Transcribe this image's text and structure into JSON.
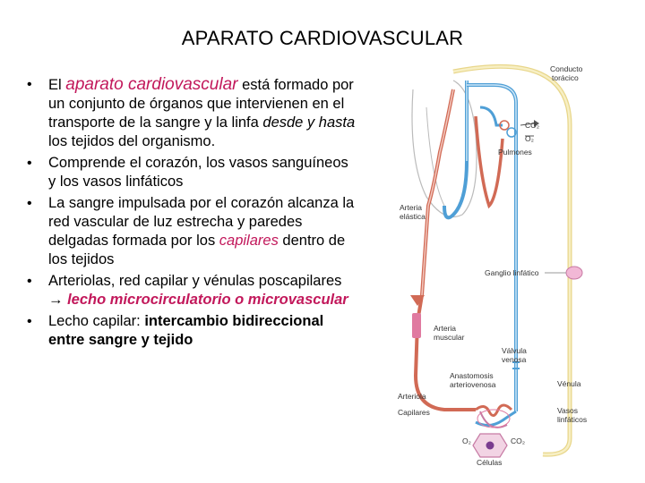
{
  "title": "APARATO CARDIOVASCULAR",
  "bullet_glyph": "•",
  "arrow_glyph": "→",
  "bullets": {
    "b1": {
      "pre": "El ",
      "em": "aparato cardiovascular",
      "mid": " está formado por un conjunto de órganos que intervienen en el transporte de la sangre y la linfa ",
      "em2": "desde y hasta",
      "post": " los tejidos del organismo."
    },
    "b2": {
      "text": "Comprende el corazón, los vasos sanguíneos y los vasos linfáticos"
    },
    "b3": {
      "pre": "La sangre impulsada por el corazón alcanza la red vascular de luz estrecha y paredes delgadas formada por los ",
      "em": "capilares",
      "post": " dentro de los tejidos"
    },
    "b4": {
      "pre": "Arteriolas, red capilar y vénulas poscapilares ",
      "em": "lecho microcirculatorio o microvascular"
    },
    "b5": {
      "pre": "Lecho capilar: ",
      "strong": "intercambio bidireccional entre sangre y tejido"
    }
  },
  "diagram": {
    "labels": {
      "conducto": "Conducto",
      "toracico": "torácico",
      "co2": "CO₂",
      "o2": "O₂",
      "pulmones": "Pulmones",
      "arteria": "Arteria",
      "elastica": "elástica",
      "ganglio": "Ganglio linfático",
      "arteria2": "Arteria",
      "muscular": "muscular",
      "valvula": "Válvula",
      "venosa": "venosa",
      "anastomosis": "Anastomosis",
      "arteriovenosa": "arteriovenosa",
      "venula": "Vénula",
      "arteriola": "Arteriola",
      "capilares": "Capilares",
      "vasos": "Vasos",
      "linfaticos": "linfáticos",
      "o2b": "O₂",
      "co2b": "CO₂",
      "celulas": "Células"
    }
  }
}
